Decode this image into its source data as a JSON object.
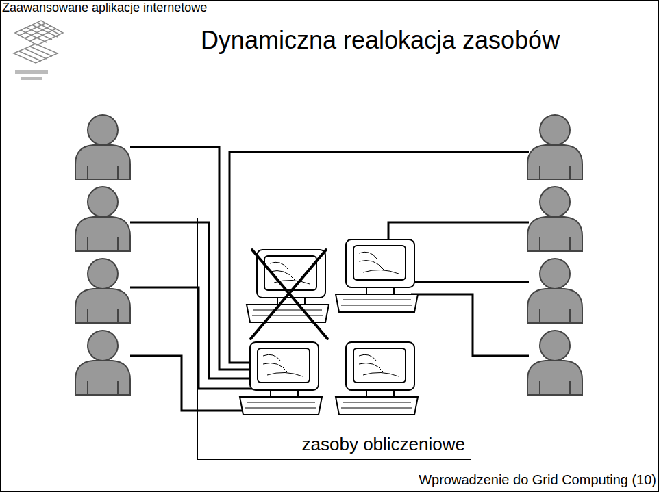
{
  "diagram": {
    "title": "Dynamiczna realokacja zasobów",
    "nodes": [
      {
        "text": [
          "zasoby obliczeniowe"
        ]
      }
    ],
    "labels": [
      "Zaawansowane aplikacje internetowe",
      "Wprowadzenie do Grid Computing (10)"
    ]
  }
}
